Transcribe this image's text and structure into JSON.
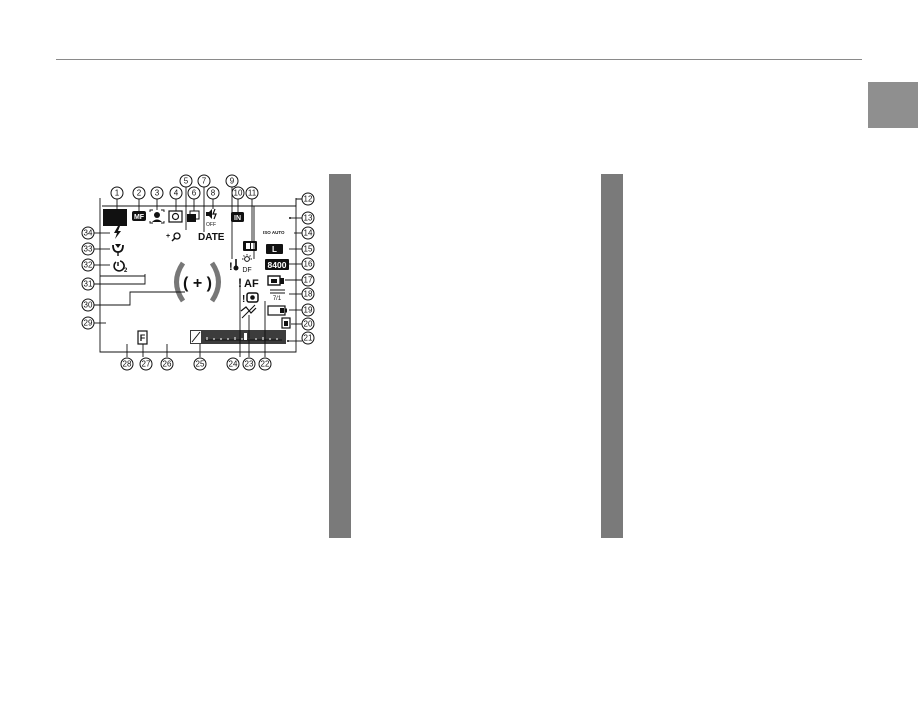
{
  "callouts": {
    "c1": "1",
    "c2": "2",
    "c3": "3",
    "c4": "4",
    "c5": "5",
    "c6": "6",
    "c7": "7",
    "c8": "8",
    "c9": "9",
    "c10": "10",
    "c11": "11",
    "c12": "12",
    "c13": "13",
    "c14": "14",
    "c15": "15",
    "c16": "16",
    "c17": "17",
    "c18": "18",
    "c19": "19",
    "c20": "20",
    "c21": "21",
    "c22": "22",
    "c23": "23",
    "c24": "24",
    "c25": "25",
    "c26": "26",
    "c27": "27",
    "c28": "28",
    "c29": "29",
    "c30": "30",
    "c31": "31",
    "c32": "32",
    "c33": "33",
    "c34": "34"
  },
  "display": {
    "mf_label": "MF",
    "date_label": "DATE",
    "af_label": "AF",
    "af_warning": "!",
    "iso_label": "ISO AUTO",
    "memory_label": "IN",
    "size_label": "L",
    "frames_remaining": "8400",
    "off_label": "OFF",
    "timer_label": "2",
    "focus_frame": "( + )",
    "film_mode_label": "F"
  },
  "colors": {
    "rule": "#8a8a8a",
    "tab": "#8f8f8f",
    "sidebar": "#7a7a7a",
    "ink": "#111111"
  }
}
